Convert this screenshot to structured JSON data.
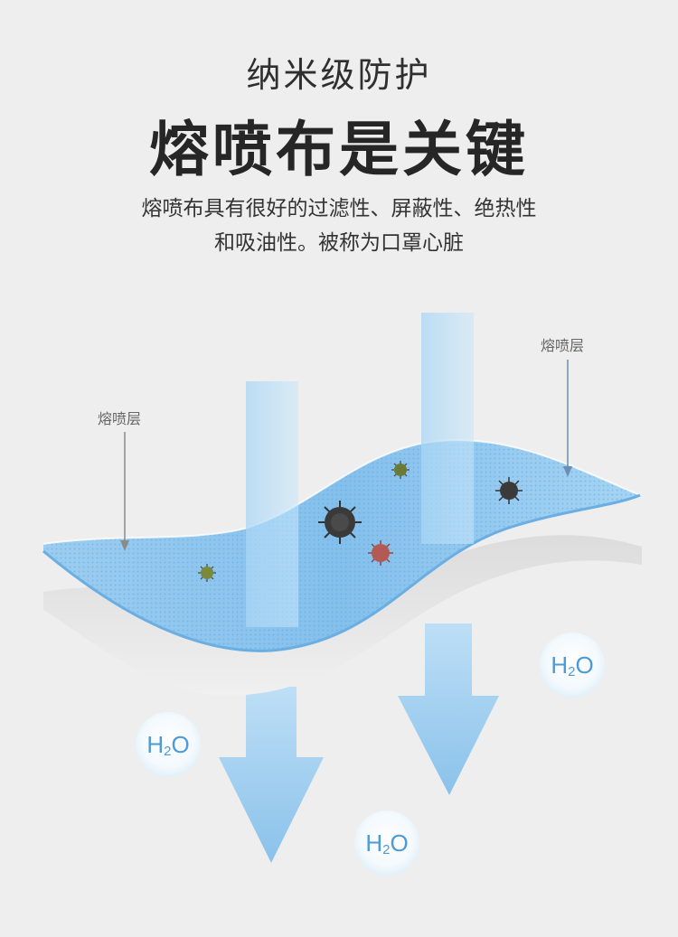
{
  "header": {
    "subtitle": "纳米级防护",
    "title": "熔喷布是关键",
    "desc_line1": "熔喷布具有很好的过滤性、屏蔽性、绝热性",
    "desc_line2": "和吸油性。被称为口罩心脏"
  },
  "labels": {
    "left_layer": "熔喷层",
    "right_layer": "熔喷层"
  },
  "water": {
    "h": "H",
    "sub": "2",
    "o": "O"
  },
  "colors": {
    "fabric_blue": "#8ec5ec",
    "arrow_blue": "#8fc8f0",
    "virus_dark": "#333333",
    "virus_red": "#b35a55",
    "virus_green": "#7a8a3a",
    "text_blue": "#4d9ad6"
  }
}
